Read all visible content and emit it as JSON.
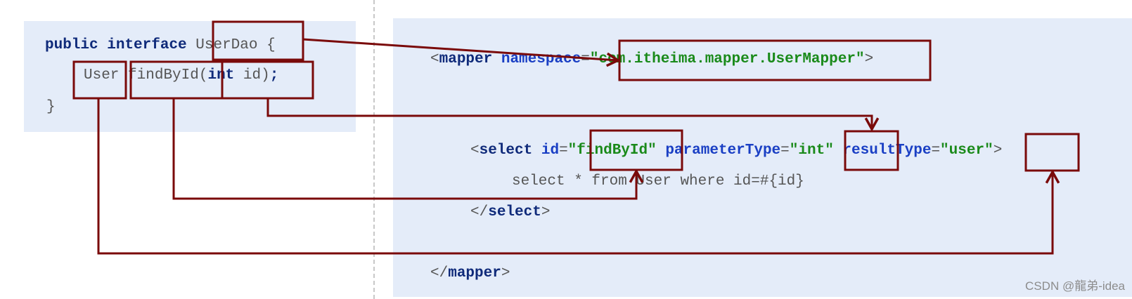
{
  "java": {
    "kw_public": "public",
    "kw_interface": "interface",
    "class_name": "UserDao",
    "open_brace": "{",
    "return_type": "User",
    "method_name": "findById",
    "paren_open": "(",
    "kw_int": "int",
    "param_name": " id)",
    "semicolon": ";",
    "close_brace": "}"
  },
  "xml": {
    "mapper_open_lt": "<",
    "mapper_tag": "mapper",
    "namespace_attr": "namespace",
    "eq1": "=",
    "q1a": "\"",
    "namespace_value": "com.itheima.mapper.UserMapper",
    "q1b": "\"",
    "gt1": ">",
    "select_lt": "<",
    "select_tag": "select",
    "id_attr": "id",
    "eq2": "=",
    "q2a": "\"",
    "id_value": "findById",
    "q2b": "\"",
    "param_attr": "parameterType",
    "eq3": "=",
    "q3a": "\"",
    "param_value": "int",
    "q3b": "\"",
    "result_attr": "resultType",
    "eq4": "=",
    "q4a": "\"",
    "result_value": "user",
    "q4b": "\"",
    "gt2": ">",
    "sql": "select * from User where id=#{id}",
    "select_close_lt": "</",
    "select_close_tag": "select",
    "select_close_gt": ">",
    "mapper_close_lt": "</",
    "mapper_close_tag": "mapper",
    "mapper_close_gt": ">"
  },
  "colors": {
    "highlight": "#7a0a0a",
    "panel": "#e4ecf9",
    "keyword": "#0f2a7a",
    "string": "#1a8a1a"
  },
  "watermark": "CSDN @龍弟-idea"
}
